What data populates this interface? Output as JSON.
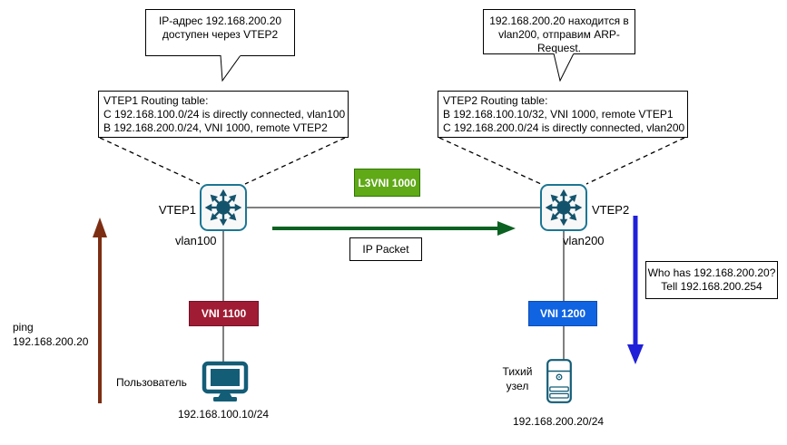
{
  "diagram": {
    "callouts": {
      "left": {
        "lines": [
          "IP-адрес 192.168.200.20",
          "доступен через VTEP2"
        ]
      },
      "right": {
        "lines": [
          "192.168.200.20 находится в",
          "vlan200, отправим ARP-",
          "Request."
        ]
      }
    },
    "routing_tables": {
      "vtep1": {
        "title": "VTEP1 Routing table:",
        "entries": [
          "C 192.168.100.0/24 is directly connected, vlan100",
          "B 192.168.200.0/24, VNI 1000, remote VTEP2"
        ]
      },
      "vtep2": {
        "title": "VTEP2 Routing table:",
        "entries": [
          "B 192.168.100.10/32, VNI 1000, remote VTEP1",
          "C 192.168.200.0/24 is directly connected, vlan200"
        ]
      }
    },
    "nodes": {
      "vtep1": {
        "label": "VTEP1",
        "vlan": "vlan100"
      },
      "vtep2": {
        "label": "VTEP2",
        "vlan": "vlan200"
      },
      "user": {
        "label": "Пользователь",
        "ip": "192.168.100.10/24"
      },
      "silent_host": {
        "label_lines": [
          "Тихий",
          "узел"
        ],
        "ip": "192.168.200.20/24"
      }
    },
    "badges": {
      "l3vni": {
        "label": "L3VNI 1000",
        "fill": "#60a917",
        "border": "#2d7600"
      },
      "vni1100": {
        "label": "VNI 1100",
        "fill": "#a01c34",
        "border": "#73112a"
      },
      "vni1200": {
        "label": "VNI 1200",
        "fill": "#1064e2",
        "border": "#0b4bb3"
      }
    },
    "flows": {
      "ip_packet": {
        "label": "IP Packet",
        "color": "#0b6121"
      },
      "ping": {
        "lines": [
          "ping",
          "192.168.200.20"
        ],
        "color": "#7d2e12"
      },
      "arp": {
        "lines": [
          "Who has 192.168.200.20?",
          "Tell 192.168.200.254"
        ],
        "color": "#2020d8"
      }
    },
    "device_icon_color": "#14536c"
  }
}
